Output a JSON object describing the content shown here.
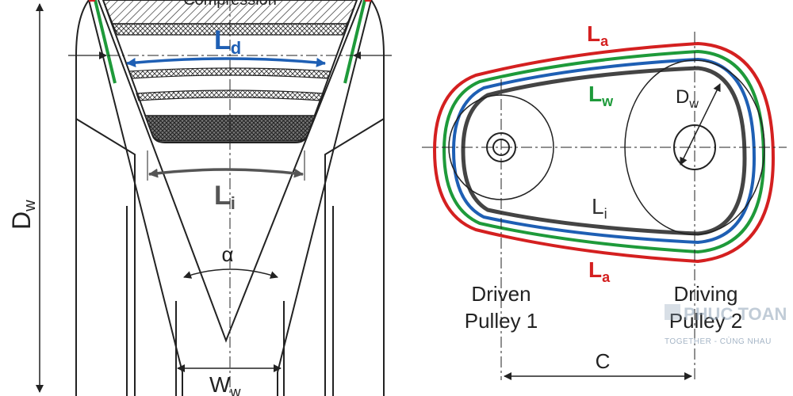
{
  "section_view": {
    "top_label": "Compression",
    "Ld": {
      "main": "L",
      "sub": "d"
    },
    "Li": {
      "main": "L",
      "sub": "i"
    },
    "Dw": {
      "main": "D",
      "sub": "w"
    },
    "alpha": "α",
    "Ww": {
      "main": "W",
      "sub": "w"
    }
  },
  "layout_view": {
    "La_top": {
      "main": "L",
      "sub": "a"
    },
    "La_bottom": {
      "main": "L",
      "sub": "a"
    },
    "Lw": {
      "main": "L",
      "sub": "w"
    },
    "Li": {
      "main": "L",
      "sub": "i"
    },
    "Dw": {
      "main": "D",
      "sub": "w"
    },
    "C": "C",
    "driven_line1": "Driven",
    "driven_line2": "Pulley 1",
    "driving_line1": "Driving",
    "driving_line2": "Pulley 2"
  },
  "watermark": {
    "title": "PHUC TOAN",
    "subtitle": "TOGETHER - CÙNG NHAU"
  },
  "colors": {
    "La": "#d42020",
    "Lw": "#1e9a3a",
    "Ld": "#1e5fb4",
    "Li": "#555555",
    "belt_outline": "#222222"
  }
}
